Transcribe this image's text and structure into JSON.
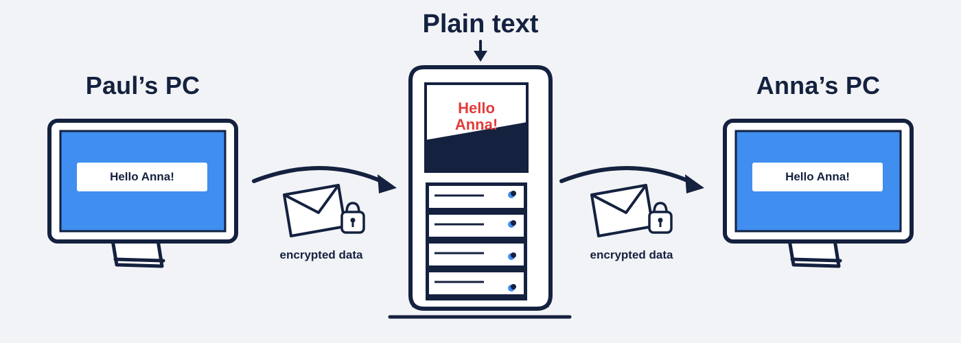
{
  "left_pc": {
    "title": "Paul’s PC",
    "message": "Hello Anna!"
  },
  "right_pc": {
    "title": "Anna’s PC",
    "message": "Hello Anna!"
  },
  "server": {
    "title": "Plain text",
    "line1": "Hello",
    "line2": "Anna!"
  },
  "transfers": [
    {
      "caption": "encrypted data"
    },
    {
      "caption": "encrypted data"
    }
  ],
  "colors": {
    "ink": "#14213f",
    "screen": "#3f8ef0",
    "server_text": "#e23b3b",
    "background": "#f2f3f6",
    "dot": "#3f8ef0"
  },
  "icons": [
    "arrow-icon",
    "envelope-icon",
    "padlock-icon",
    "server-icon",
    "monitor-icon"
  ]
}
